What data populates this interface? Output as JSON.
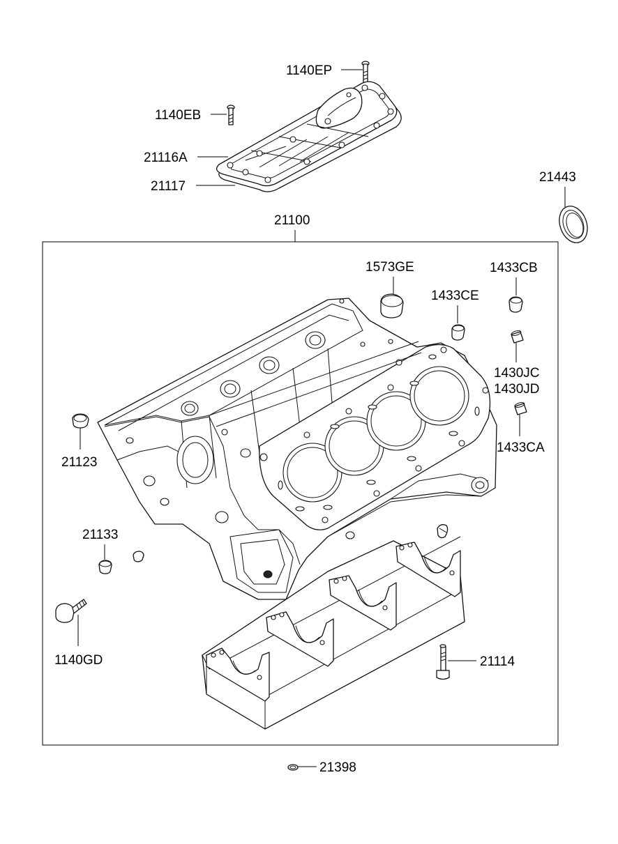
{
  "labels": {
    "p1140EP": "1140EP",
    "p1140EB": "1140EB",
    "p21116A": "21116A",
    "p21117": "21117",
    "p21443": "21443",
    "p21100": "21100",
    "p1573GE": "1573GE",
    "p1433CB": "1433CB",
    "p1433CE": "1433CE",
    "p1430JC": "1430JC",
    "p1430JD": "1430JD",
    "p1433CA": "1433CA",
    "p21123": "21123",
    "p21133": "21133",
    "p1140GD": "1140GD",
    "p21114": "21114",
    "p21398": "21398"
  }
}
